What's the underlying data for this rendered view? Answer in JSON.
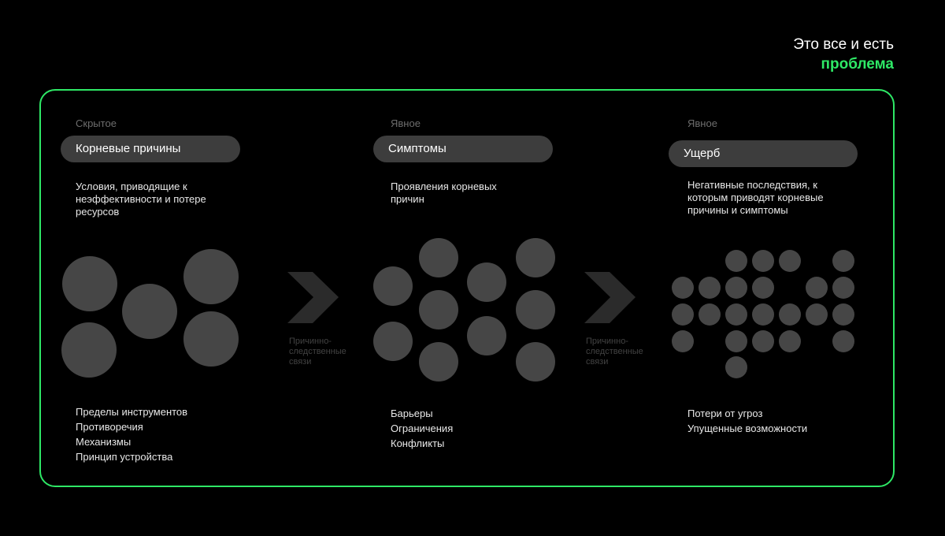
{
  "headline": {
    "line1": "Это все и есть",
    "line2": "проблема"
  },
  "columns": [
    {
      "kind": "Скрытое",
      "title": "Корневые причины",
      "description": "Условия, приводящие к неэффективности и потере ресурсов",
      "items": [
        "Пределы инструментов",
        "Противоречия",
        "Механизмы",
        "Принцип устройства"
      ]
    },
    {
      "kind": "Явное",
      "title": "Симптомы",
      "description": "Проявления корневых причин",
      "items": [
        "Барьеры",
        "Ограничения",
        "Конфликты"
      ]
    },
    {
      "kind": "Явное",
      "title": "Ущерб",
      "description": "Негативные последствия, к которым приводят корневые причины и симптомы",
      "items": [
        "Потери от угроз",
        "Упущенные возможности"
      ]
    }
  ],
  "arrows": [
    {
      "label": "Причинно-следственные связи"
    },
    {
      "label": "Причинно-следственные связи"
    }
  ],
  "colors": {
    "accent": "#2ee866",
    "pill": "#3d3d3d",
    "circle": "#464646",
    "background": "#000000"
  }
}
